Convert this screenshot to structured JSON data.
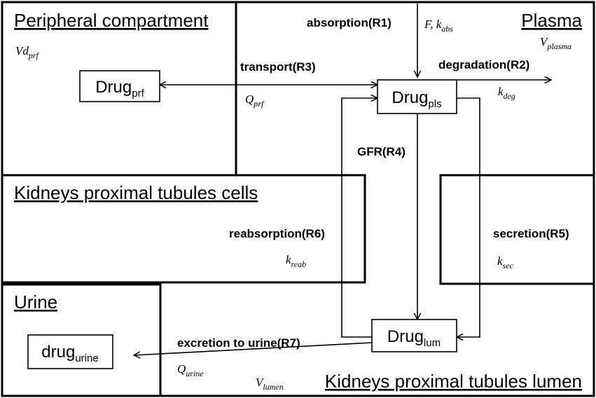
{
  "compartments": {
    "peripheral": {
      "title": "Peripheral compartment",
      "volume": {
        "base": "Vd",
        "sub": "prf"
      }
    },
    "plasma": {
      "title": "Plasma",
      "volume": {
        "base": "V",
        "sub": "plasma"
      }
    },
    "cells": {
      "title": "Kidneys proximal tubules cells"
    },
    "urine": {
      "title": "Urine"
    },
    "lumen": {
      "title": "Kidneys proximal tubules lumen",
      "volume": {
        "base": "V",
        "sub": "lumen"
      }
    }
  },
  "nodes": {
    "prf": {
      "base": "Drug",
      "sub": "prf"
    },
    "pls": {
      "base": "Drug",
      "sub": "pls"
    },
    "lum": {
      "base": "Drug",
      "sub": "lum"
    },
    "urine": {
      "base": "drug",
      "sub": "urine"
    }
  },
  "reactions": {
    "r1": {
      "label": "absorption(R1)",
      "param": {
        "base": "F, k",
        "sub": "abs"
      }
    },
    "r2": {
      "label": "degradation(R2)",
      "param": {
        "base": "k",
        "sub": "deg"
      }
    },
    "r3": {
      "label": "transport(R3)",
      "param": {
        "base": "Q",
        "sub": "prf"
      }
    },
    "r4": {
      "label": "GFR(R4)"
    },
    "r5": {
      "label": "secretion(R5)",
      "param": {
        "base": "k",
        "sub": "sec"
      }
    },
    "r6": {
      "label": "reabsorption(R6)",
      "param": {
        "base": "k",
        "sub": "reab"
      }
    },
    "r7": {
      "label": "excretion to urine(R7)",
      "param": {
        "base": "Q",
        "sub": "urine"
      }
    }
  }
}
